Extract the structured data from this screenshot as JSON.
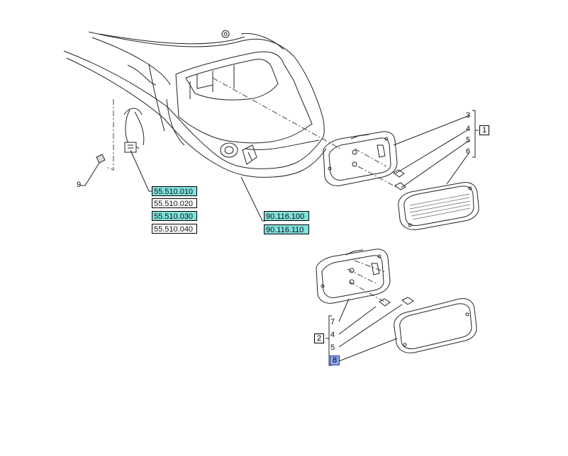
{
  "callouts": {
    "n1": "1",
    "n2": "2",
    "n3": "3",
    "n4_upper": "4",
    "n5_upper": "5",
    "n6": "6",
    "n7": "7",
    "n4_lower": "4",
    "n5_lower": "5",
    "n8": "8",
    "n9": "9"
  },
  "part_numbers": {
    "p1": "55.510.010",
    "p2": "55.510.020",
    "p3": "55.510.030",
    "p4": "55.510.040",
    "p5": "90.116.100",
    "p6": "90.116.110"
  },
  "colors": {
    "highlight_cyan": "#7fe0dc",
    "highlight_blue": "#8aa6e8",
    "line": "#222222"
  }
}
